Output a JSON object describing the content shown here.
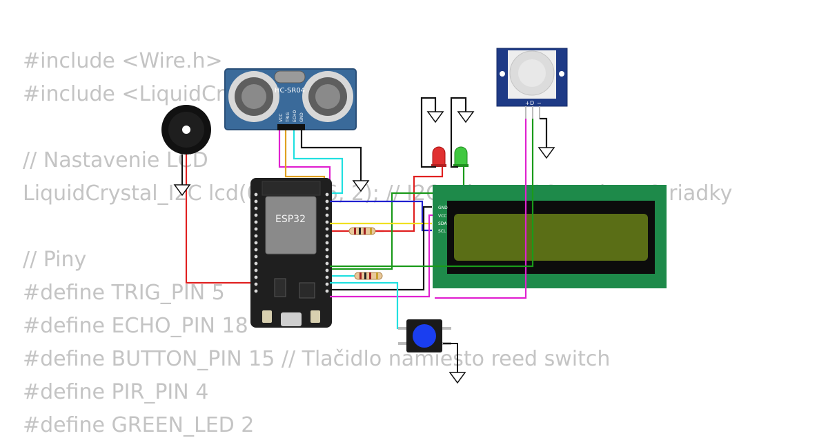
{
  "code_lines": [
    "#include <Wire.h>",
    "#include <LiquidCrystal_I2C.h>",
    "",
    "// Nastavenie LCD",
    "LiquidCrystal_I2C lcd(0x27, 16, 2); // I2C adresa, 16 znakov, 2 riadky",
    "",
    "// Piny",
    "#define TRIG_PIN 5",
    "#define ECHO_PIN 18",
    "#define BUTTON_PIN 15 // Tlačidlo namiesto reed switch",
    "#define PIR_PIN 4",
    "#define GREEN_LED 2"
  ],
  "components": {
    "ultrasonic": {
      "label": "HC-SR04",
      "pins": [
        "VCC",
        "TRIG",
        "ECHO",
        "GND"
      ]
    },
    "mcu": {
      "label": "ESP32"
    },
    "pir": {
      "pins": [
        "+",
        "D",
        "−"
      ]
    },
    "lcd": {
      "pins": [
        "GND",
        "VCC",
        "SDA",
        "SCL"
      ]
    }
  },
  "colors": {
    "pcb_blue": "#3a6a9a",
    "mcu_body": "#1f1f1f",
    "lcd_pcb": "#1e8a4a",
    "lcd_screen": "#5a6e16",
    "wire_magenta": "#e020d0",
    "wire_cyan": "#20e0e0",
    "wire_red": "#e02020",
    "wire_green": "#1a9a1a",
    "wire_blue": "#2020d0",
    "wire_yellow": "#f0e020",
    "wire_orange": "#e0a020",
    "wire_black": "#111111"
  }
}
